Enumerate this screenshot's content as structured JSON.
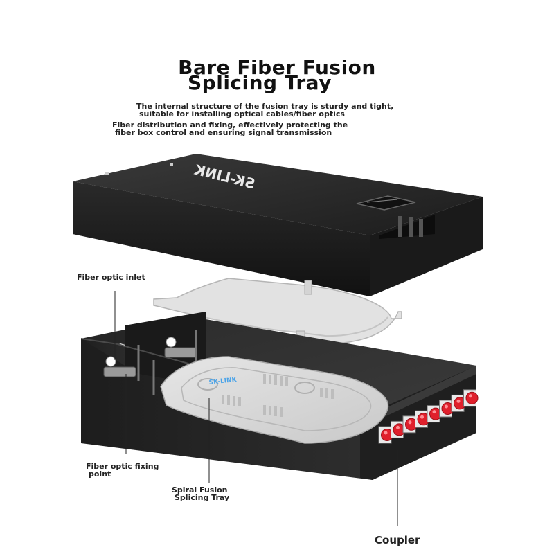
{
  "title": {
    "line1": "Bare Fiber Fusion",
    "line2": "Splicing Tray"
  },
  "description": {
    "line1": "The internal structure of the fusion tray is sturdy and tight,",
    "line2": "suitable for installing optical cables/fiber optics",
    "line3": "Fiber distribution and fixing, effectively protecting the",
    "line4": "fiber box control and ensuring signal transmission"
  },
  "brand": {
    "lid_logo": "SK-LINK",
    "tray_logo": "SK-LINK"
  },
  "callouts": {
    "inlet": "Fiber optic inlet",
    "fixing_line1": "Fiber optic fixing",
    "fixing_line2": "point",
    "spiral_line1": "Spiral Fusion",
    "spiral_line2": "Splicing Tray",
    "coupler": "Coupler"
  },
  "colors": {
    "enclosure": "#2a2a2a",
    "tray": "#d9d9d9",
    "coupler_cap": "#e0202c"
  }
}
